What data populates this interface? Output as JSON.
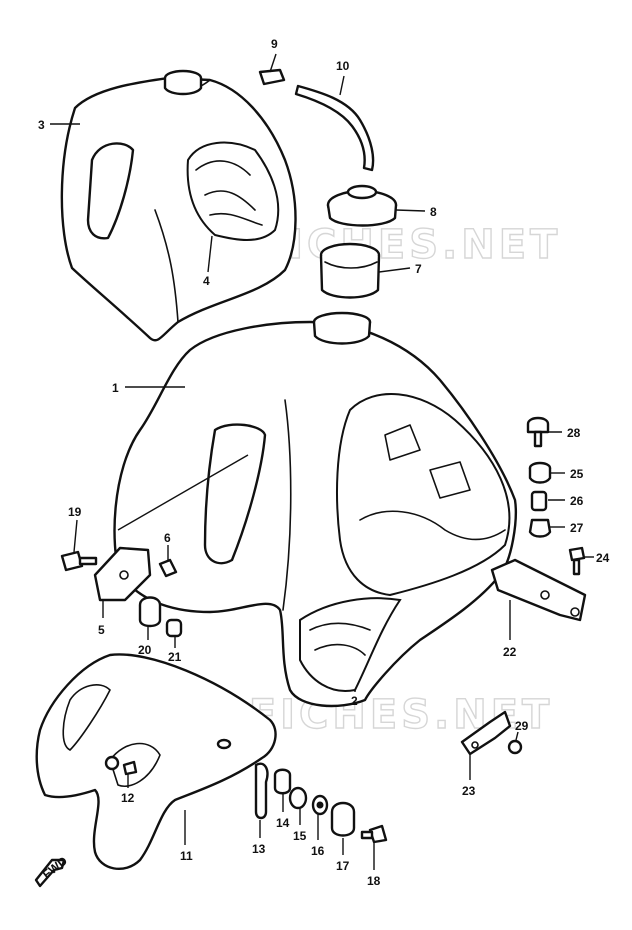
{
  "watermark": "MICROFICHES.NET",
  "callouts": [
    {
      "id": "c1",
      "label": "1"
    },
    {
      "id": "c2",
      "label": "2"
    },
    {
      "id": "c3",
      "label": "3"
    },
    {
      "id": "c4",
      "label": "4"
    },
    {
      "id": "c5",
      "label": "5"
    },
    {
      "id": "c6",
      "label": "6"
    },
    {
      "id": "c7",
      "label": "7"
    },
    {
      "id": "c8",
      "label": "8"
    },
    {
      "id": "c9",
      "label": "9"
    },
    {
      "id": "c10",
      "label": "10"
    },
    {
      "id": "c11",
      "label": "11"
    },
    {
      "id": "c12",
      "label": "12"
    },
    {
      "id": "c13",
      "label": "13"
    },
    {
      "id": "c14",
      "label": "14"
    },
    {
      "id": "c15",
      "label": "15"
    },
    {
      "id": "c16",
      "label": "16"
    },
    {
      "id": "c17",
      "label": "17"
    },
    {
      "id": "c18",
      "label": "18"
    },
    {
      "id": "c19",
      "label": "19"
    },
    {
      "id": "c20",
      "label": "20"
    },
    {
      "id": "c21",
      "label": "21"
    },
    {
      "id": "c22",
      "label": "22"
    },
    {
      "id": "c23",
      "label": "23"
    },
    {
      "id": "c24",
      "label": "24"
    },
    {
      "id": "c25",
      "label": "25"
    },
    {
      "id": "c26",
      "label": "26"
    },
    {
      "id": "c27",
      "label": "27"
    },
    {
      "id": "c28",
      "label": "28"
    },
    {
      "id": "c29",
      "label": "29"
    }
  ],
  "fwd_mark": "FWD"
}
